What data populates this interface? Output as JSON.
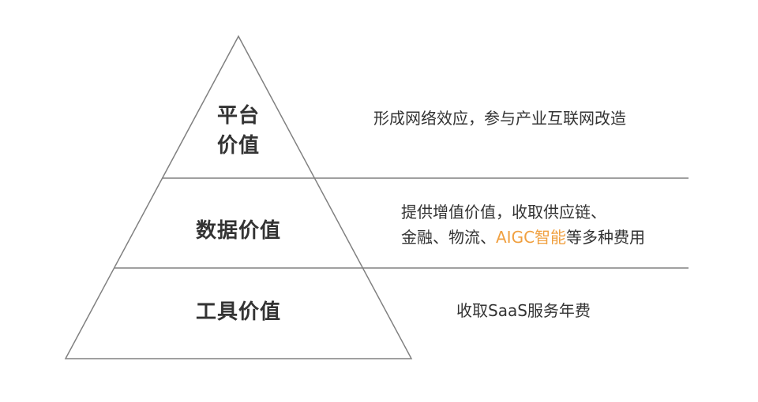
{
  "diagram": {
    "type": "pyramid",
    "line_color": "#808080",
    "highlight_color": "#f0a040",
    "tiers": [
      {
        "label_line1": "平台",
        "label_line2": "价值",
        "description": "形成网络效应，参与产业互联网改造"
      },
      {
        "label": "数据价值",
        "description_line1": "提供增值价值，收取供应链、",
        "description_line2_pre": "金融、物流、",
        "description_line2_highlight": "AIGC智能",
        "description_line2_post": "等多种费用"
      },
      {
        "label": "工具价值",
        "description": "收取SaaS服务年费"
      }
    ]
  }
}
